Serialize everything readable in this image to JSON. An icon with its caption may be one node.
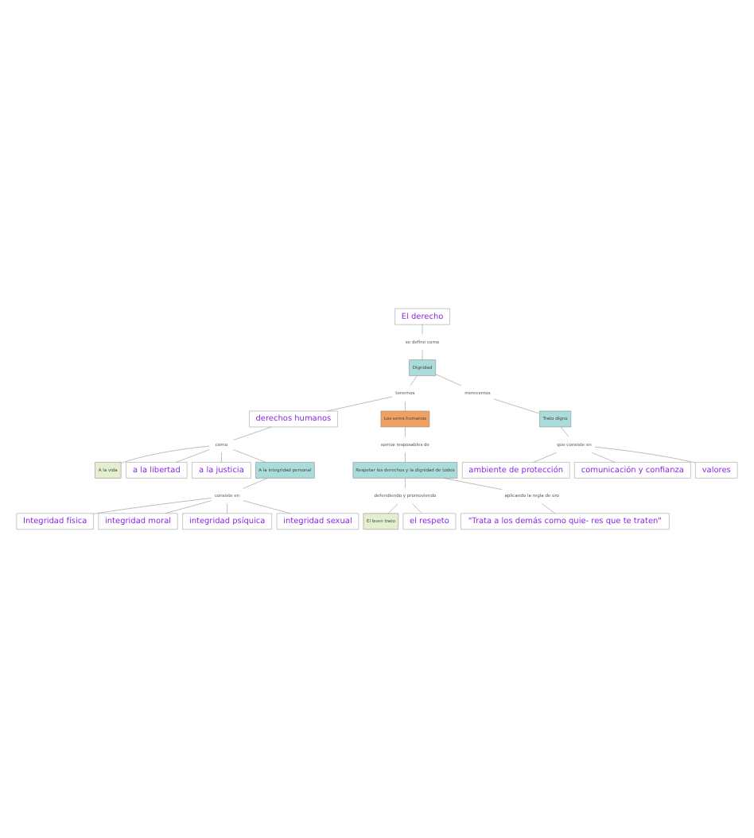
{
  "diagram": {
    "nodes": [
      {
        "text": [
          "El derecho"
        ]
      },
      {
        "text": [
          "se define como"
        ]
      },
      {
        "text": [
          "Dignidad"
        ]
      },
      {
        "text": [
          "tenemos"
        ]
      },
      {
        "text": [
          "merecemos"
        ]
      },
      {
        "text": [
          "Trato digno"
        ]
      },
      {
        "text": [
          "que consiste en"
        ]
      },
      {
        "text": [
          "ambiente de protección"
        ]
      },
      {
        "text": [
          "comunicación y confianza"
        ]
      },
      {
        "text": [
          "valores"
        ]
      },
      {
        "text": [
          "derechos humanos"
        ]
      },
      {
        "text": [
          "como"
        ]
      },
      {
        "text": [
          "A la vida"
        ]
      },
      {
        "text": [
          "a la libertad"
        ]
      },
      {
        "text": [
          "a la justicia"
        ]
      },
      {
        "text": [
          "A la integridad personal"
        ]
      },
      {
        "text": [
          "consiste en"
        ]
      },
      {
        "text": [
          "Integridad física"
        ]
      },
      {
        "text": [
          "integridad moral"
        ]
      },
      {
        "text": [
          "integridad psíquica"
        ]
      },
      {
        "text": [
          "integridad sexual"
        ]
      },
      {
        "text": [
          "Los seres humanos"
        ]
      },
      {
        "text": [
          "somos resposables de"
        ]
      },
      {
        "text": [
          "Respetar los derechos y la dignidad de todos"
        ]
      },
      {
        "text": [
          "defendiendo y promoviendo"
        ]
      },
      {
        "text": [
          "aplicando la regla de oro"
        ]
      },
      {
        "text": [
          "El buen trato"
        ]
      },
      {
        "text": [
          "el respeto"
        ]
      },
      {
        "text": [
          "\"Trata a los demás como quie- res que te traten\""
        ]
      }
    ],
    "edges": [
      {
        "from": 0,
        "to": 1,
        "arrow": "none"
      },
      {
        "from": 1,
        "to": 2,
        "arrow": "none"
      },
      {
        "from": 2,
        "to": 3,
        "arrow": "none"
      },
      {
        "from": 2,
        "to": 4,
        "arrow": "none"
      },
      {
        "from": 4,
        "to": 5,
        "arrow": "none"
      },
      {
        "from": 5,
        "to": 6,
        "arrow": "none"
      },
      {
        "from": 6,
        "to": 7,
        "arrow": "none"
      },
      {
        "from": 6,
        "to": 8,
        "arrow": "none"
      },
      {
        "from": 6,
        "to": 9,
        "arrow": "none"
      },
      {
        "from": 3,
        "to": 10,
        "arrow": "none"
      },
      {
        "from": 3,
        "to": 21,
        "arrow": "none"
      },
      {
        "from": 10,
        "to": 11,
        "arrow": "none"
      },
      {
        "from": 11,
        "to": 12,
        "arrow": "none"
      },
      {
        "from": 11,
        "to": 13,
        "arrow": "none"
      },
      {
        "from": 11,
        "to": 14,
        "arrow": "none"
      },
      {
        "from": 11,
        "to": 15,
        "arrow": "none"
      },
      {
        "from": 15,
        "to": 16,
        "arrow": "none"
      },
      {
        "from": 16,
        "to": 17,
        "arrow": "none"
      },
      {
        "from": 16,
        "to": 18,
        "arrow": "none"
      },
      {
        "from": 16,
        "to": 19,
        "arrow": "none"
      },
      {
        "from": 16,
        "to": 20,
        "arrow": "none"
      },
      {
        "from": 21,
        "to": 22,
        "arrow": "none"
      },
      {
        "from": 22,
        "to": 23,
        "arrow": "none"
      },
      {
        "from": 23,
        "to": 24,
        "arrow": "none"
      },
      {
        "from": 23,
        "to": 25,
        "arrow": "none"
      },
      {
        "from": 24,
        "to": 26,
        "arrow": "none"
      },
      {
        "from": 24,
        "to": 27,
        "arrow": "none"
      },
      {
        "from": 25,
        "to": 28,
        "arrow": "none"
      }
    ]
  }
}
